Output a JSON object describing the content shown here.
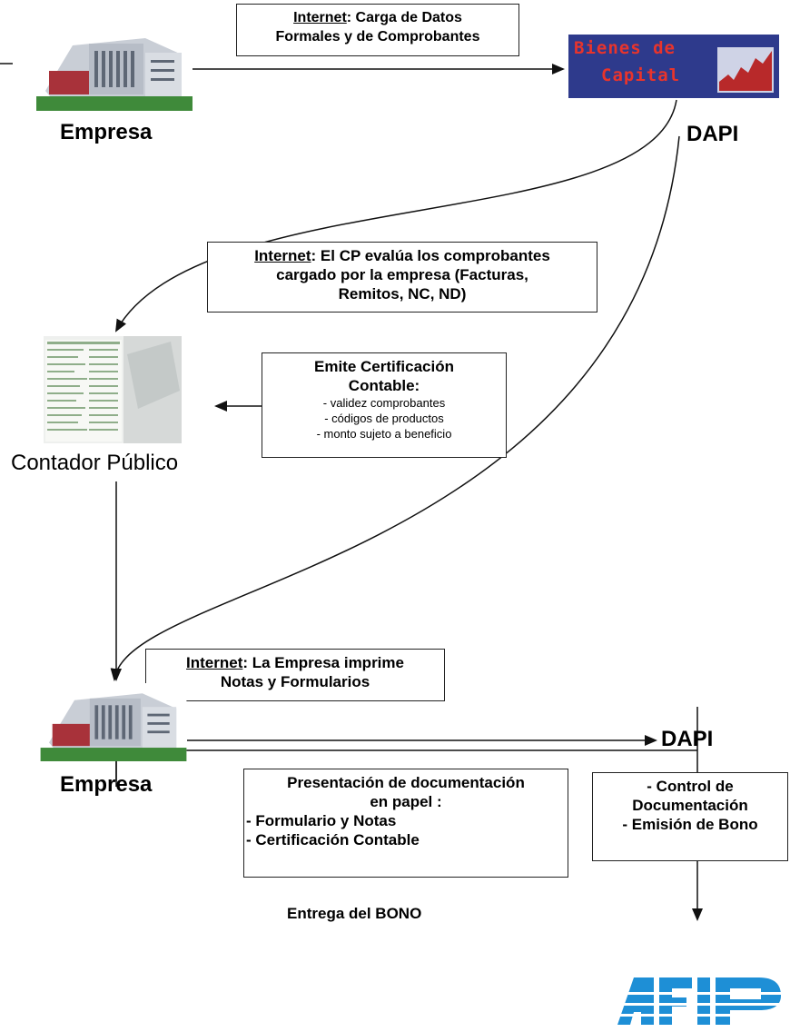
{
  "nodes": {
    "empresa_top": "Empresa",
    "dapi_top": "DAPI",
    "contador": "Contador Público",
    "empresa_bottom": "Empresa",
    "dapi_bottom": "DAPI"
  },
  "logos": {
    "bienes_line1": "Bienes de",
    "bienes_line2": "Capital",
    "afip": "AFIP"
  },
  "boxes": {
    "carga": {
      "prefix": "Internet",
      "rest": ": Carga de Datos",
      "line2": "Formales y de Comprobantes"
    },
    "evalua": {
      "prefix": "Internet",
      "rest": ": El CP evalúa los comprobantes",
      "line2": "cargado por la empresa (Facturas,",
      "line3": "Remitos, NC, ND)"
    },
    "certificacion": {
      "title1": "Emite Certificación",
      "title2": "Contable:",
      "items": [
        "- validez comprobantes",
        "- códigos de productos",
        "- monto sujeto a beneficio"
      ]
    },
    "imprime": {
      "prefix": "Internet",
      "rest": ": La Empresa imprime",
      "line2": "Notas y Formularios"
    },
    "presentacion": {
      "line1": "Presentación de documentación",
      "line2": "en papel :",
      "items": [
        "- Formulario y Notas",
        "- Certificación Contable"
      ]
    },
    "control": {
      "line1": "- Control de",
      "line2": "Documentación",
      "line3": "- Emisión de Bono"
    }
  },
  "edge_labels": {
    "entrega": "Entrega del BONO"
  },
  "colors": {
    "bienes_bg": "#2e3a8c",
    "bienes_text": "#e8342c",
    "afip_blue": "#1e8fd6"
  }
}
